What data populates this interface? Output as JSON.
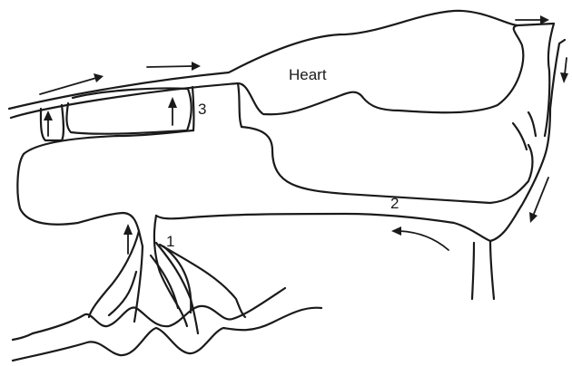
{
  "diagram": {
    "heart_label": "Heart",
    "markers": [
      "1",
      "2",
      "3"
    ],
    "stroke_color": "#1a1a1a",
    "background_color": "#ffffff"
  }
}
